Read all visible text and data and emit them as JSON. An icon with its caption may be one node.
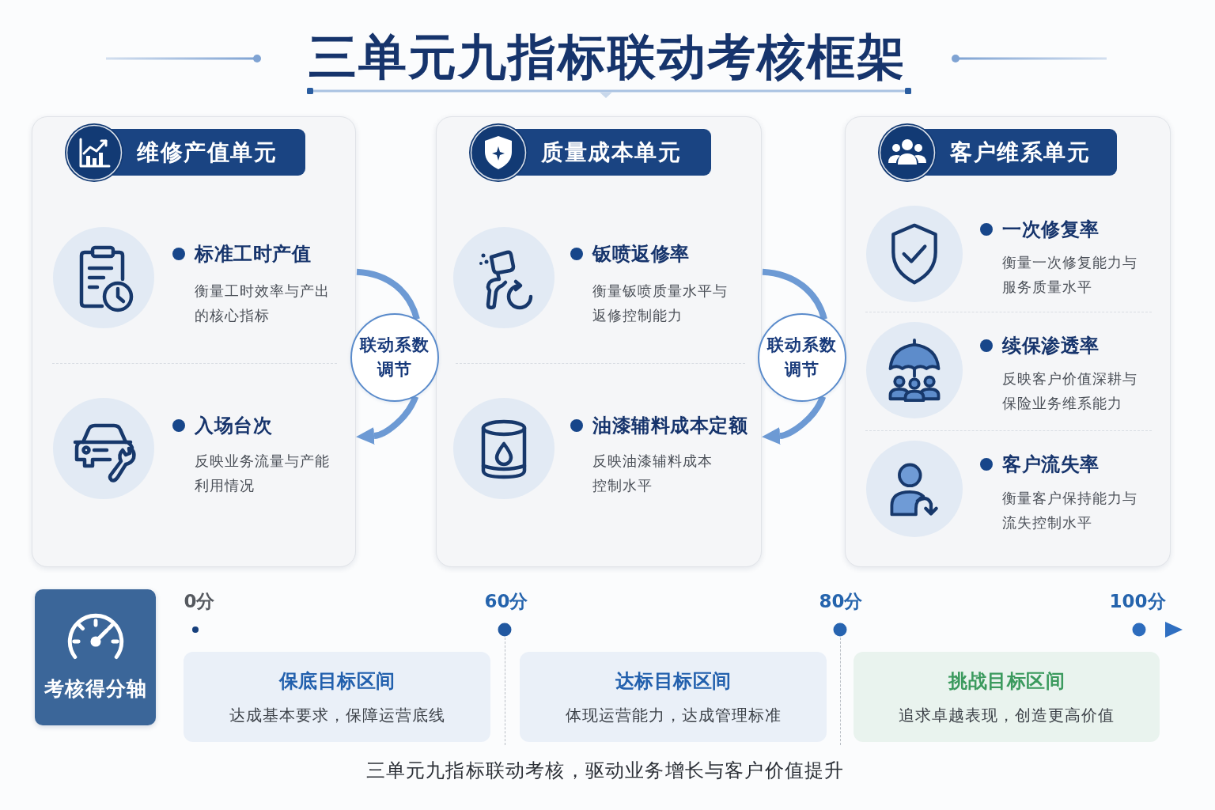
{
  "diagram": {
    "title": "三单元九指标联动考核框架",
    "caption": "三单元九指标联动考核，驱动业务增长与客户价值提升",
    "nodes": [
      {
        "text": [
          "维修产值单元"
        ]
      },
      {
        "text": [
          "标准工时产值",
          "衡量工时效率与产出的核心指标"
        ],
        "in": 0
      },
      {
        "text": [
          "入场台次",
          "反映业务流量与产能利用情况"
        ],
        "in": 0
      },
      {
        "text": [
          "联动系数调节"
        ]
      },
      {
        "text": [
          "质量成本单元"
        ]
      },
      {
        "text": [
          "钣喷返修率",
          "衡量钣喷质量水平与返修控制能力"
        ],
        "in": 4
      },
      {
        "text": [
          "油漆辅料成本定额",
          "反映油漆辅料成本控制水平"
        ],
        "in": 4
      },
      {
        "text": [
          "联动系数调节"
        ]
      },
      {
        "text": [
          "客户维系单元"
        ]
      },
      {
        "text": [
          "一次修复率",
          "衡量一次修复能力与服务质量水平"
        ],
        "in": 8
      },
      {
        "text": [
          "续保渗透率",
          "反映客户价值深耕与保险业务维系能力"
        ],
        "in": 8
      },
      {
        "text": [
          "客户流失率",
          "衡量客户保持能力与流失控制水平"
        ],
        "in": 8
      },
      {
        "text": [
          "考核得分轴"
        ]
      },
      {
        "text": [
          "保底目标区间",
          "达成基本要求，保障运营底线"
        ]
      },
      {
        "text": [
          "达标目标区间",
          "体现运营能力，达成管理标准"
        ]
      },
      {
        "text": [
          "挑战目标区间",
          "追求卓越表现，创造更高价值"
        ]
      }
    ],
    "edges": [
      {
        "from": 1,
        "to": 3,
        "arrow": "none"
      },
      {
        "from": 3,
        "to": 2,
        "arrow": "to"
      },
      {
        "from": 5,
        "to": 7,
        "arrow": "none"
      },
      {
        "from": 7,
        "to": 6,
        "arrow": "to"
      }
    ],
    "labels": [
      "0分",
      "60分",
      "80分",
      "100分"
    ]
  }
}
